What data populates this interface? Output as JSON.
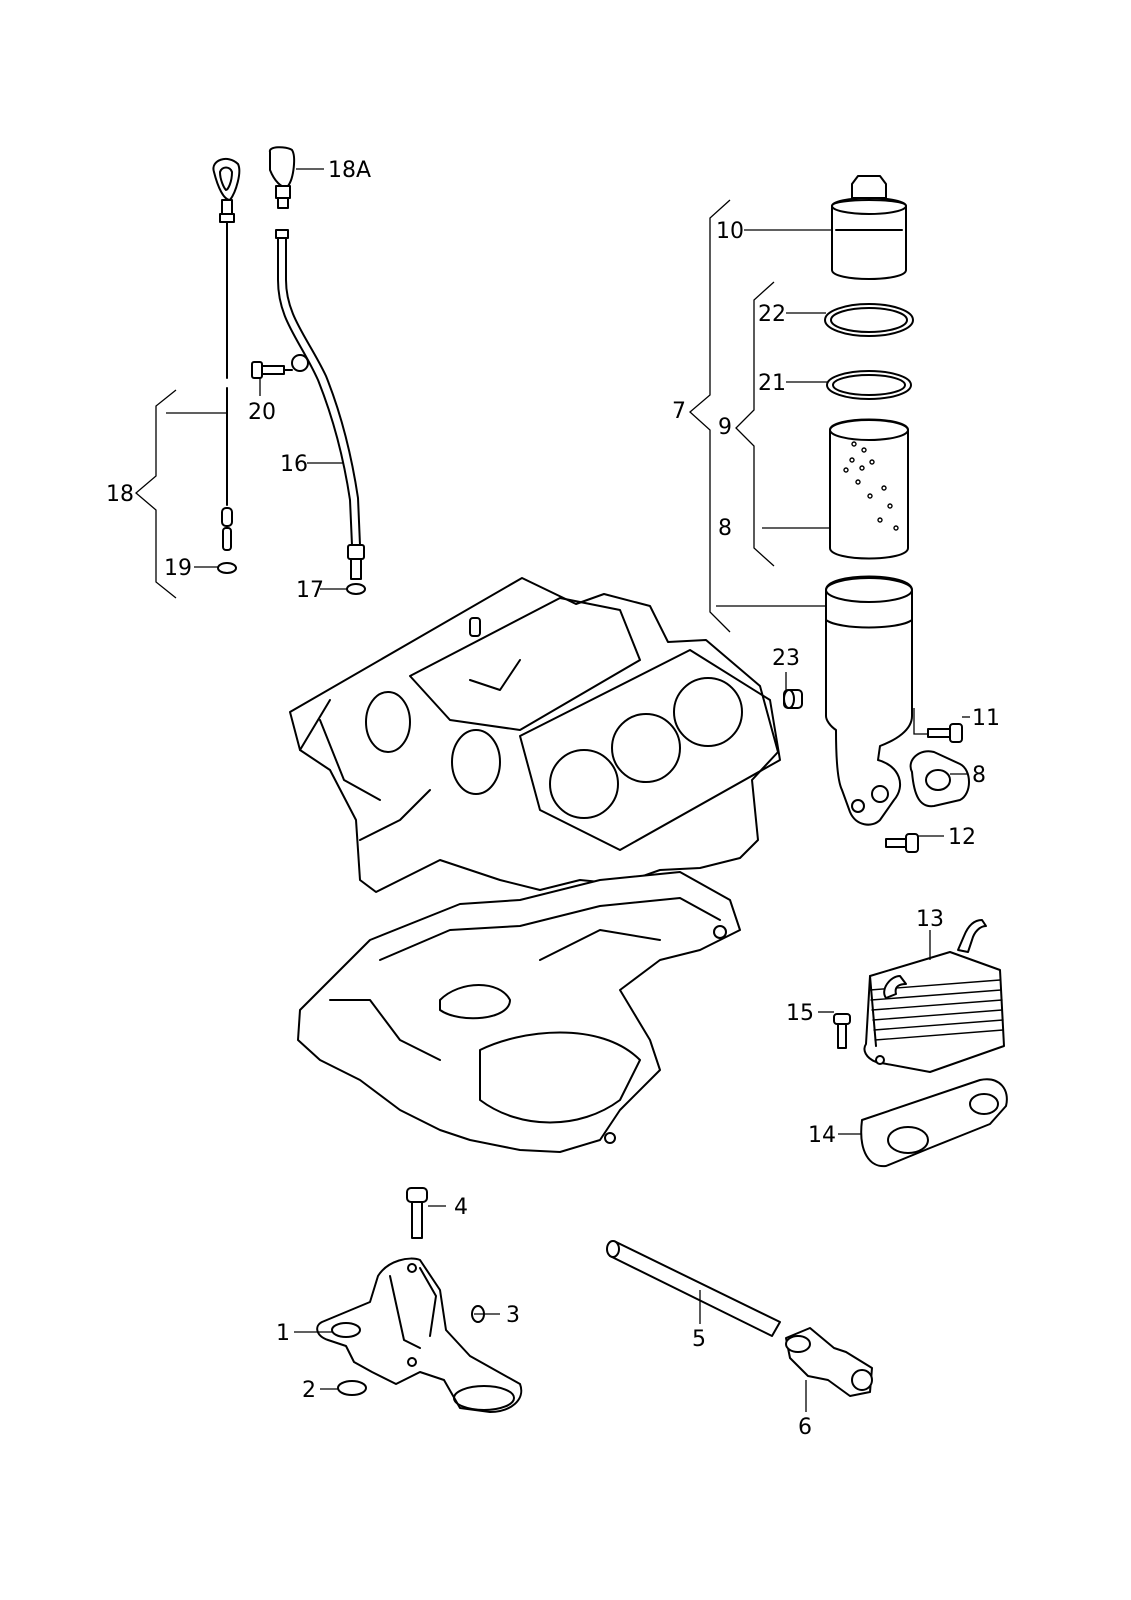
{
  "callouts": {
    "c1": "1",
    "c2": "2",
    "c3": "3",
    "c4": "4",
    "c5": "5",
    "c6": "6",
    "c7": "7",
    "c8a": "8",
    "c8b": "8",
    "c9": "9",
    "c10": "10",
    "c11": "11",
    "c12": "12",
    "c13": "13",
    "c14": "14",
    "c15": "15",
    "c16": "16",
    "c17": "17",
    "c18": "18",
    "c18a": "18A",
    "c19": "19",
    "c20": "20",
    "c21": "21",
    "c22": "22",
    "c23": "23"
  }
}
